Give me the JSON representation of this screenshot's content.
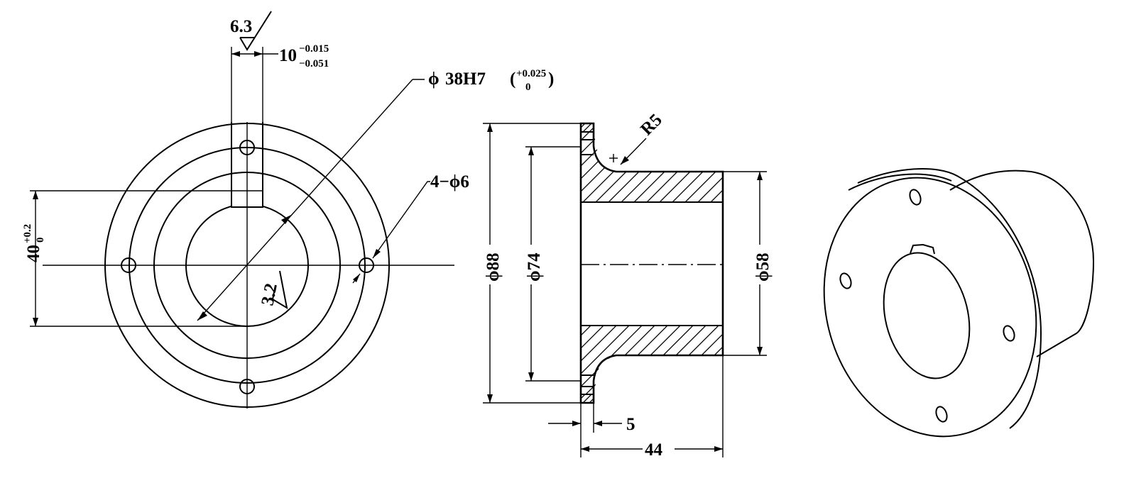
{
  "front_view": {
    "roughness_top": "6.3",
    "keyway_width": {
      "nominal": "10",
      "upper_dev": "−0.015",
      "lower_dev": "−0.051"
    },
    "bore": {
      "phi": "ϕ",
      "value": "38H7",
      "lparen": "(",
      "rparen": ")",
      "upper_dev": "+0.025",
      "lower_dev": "0"
    },
    "holes": "4−ϕ6",
    "key_depth": {
      "nominal": "40",
      "upper_dev": "+0.2",
      "lower_dev": "0"
    },
    "roughness_bore": "3.2"
  },
  "section_view": {
    "fillet": "R5",
    "dia_flange": "ϕ88",
    "dia_bolt_circle": "ϕ74",
    "dia_hub": "ϕ58",
    "flange_thickness": "5",
    "overall_length": "44"
  }
}
